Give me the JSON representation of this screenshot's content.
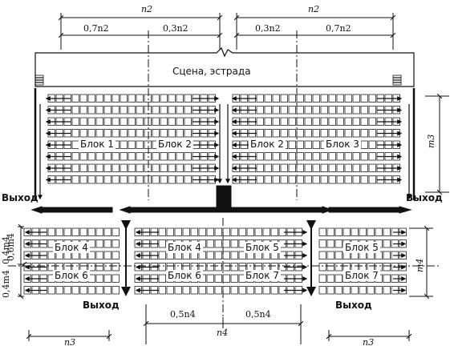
{
  "dimensions": {
    "n2_left": "n2",
    "n2_right": "n2",
    "top_left_07": "0,7n2",
    "top_left_03": "0,3n2",
    "top_right_03": "0,3n2",
    "top_right_07": "0,7n2",
    "m3": "m3",
    "m4_right": "m4",
    "left_06": "0,6m4",
    "left_04a": "0,4m4",
    "left_04b": "0,4m4",
    "bottom_05a": "0,5n4",
    "bottom_05b": "0,5n4",
    "n3_left": "n3",
    "n4": "n4",
    "n3_right": "n3"
  },
  "stage": "Сцена, эстрада",
  "blocks": {
    "top_left_1": "Блок 1",
    "top_left_2": "Блок 2",
    "top_right_2": "Блок 2",
    "top_right_3": "Блок 3",
    "bl_4": "Блок 4",
    "bl_6": "Блок 6",
    "bc_4": "Блок 4",
    "bc_5": "Блок 5",
    "bc_6": "Блок 6",
    "bc_7": "Блок 7",
    "br_5": "Блок 5",
    "br_7": "Блок 7"
  },
  "exits": {
    "left": "Выход",
    "right": "Выход",
    "bottom_left": "Выход",
    "bottom_right": "Выход"
  }
}
